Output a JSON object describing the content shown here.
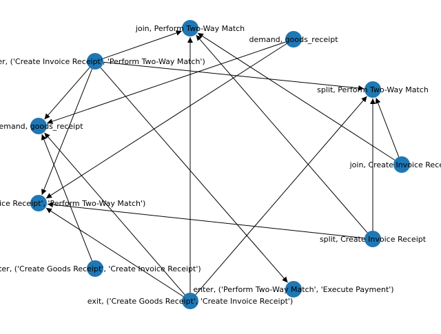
{
  "colors": {
    "node": "#1f77b4",
    "edge": "#000000",
    "label": "#000000",
    "background": "#ffffff"
  },
  "nodes": [
    {
      "id": "n0",
      "label": "join, Perform Two-Way Match"
    },
    {
      "id": "n1",
      "label": "demand, goods_receipt"
    },
    {
      "id": "n2",
      "label": "enter, ('Create Invoice Receipt', 'Perform Two-Way Match')"
    },
    {
      "id": "n3",
      "label": "split, Perform Two-Way Match"
    },
    {
      "id": "n4",
      "label": "demand, goods_receipt"
    },
    {
      "id": "n5",
      "label": "join, Create Invoice Receipt"
    },
    {
      "id": "n6",
      "label": "exit, ('Create Invoice Receipt', 'Perform Two-Way Match')"
    },
    {
      "id": "n7",
      "label": "split, Create Invoice Receipt"
    },
    {
      "id": "n8",
      "label": "enter, ('Create Goods Receipt', 'Create Invoice Receipt')"
    },
    {
      "id": "n9",
      "label": "enter, ('Perform Two-Way Match', 'Execute Payment')"
    },
    {
      "id": "n10",
      "label": "exit, ('Create Goods Receipt', 'Create Invoice Receipt')"
    }
  ],
  "edges": [
    {
      "from": "n2",
      "to": "n0"
    },
    {
      "from": "n2",
      "to": "n3"
    },
    {
      "from": "n2",
      "to": "n4"
    },
    {
      "from": "n2",
      "to": "n6"
    },
    {
      "from": "n2",
      "to": "n9"
    },
    {
      "from": "n1",
      "to": "n4"
    },
    {
      "from": "n1",
      "to": "n6"
    },
    {
      "from": "n5",
      "to": "n0"
    },
    {
      "from": "n5",
      "to": "n3"
    },
    {
      "from": "n7",
      "to": "n0"
    },
    {
      "from": "n7",
      "to": "n3"
    },
    {
      "from": "n7",
      "to": "n6"
    },
    {
      "from": "n8",
      "to": "n4"
    },
    {
      "from": "n10",
      "to": "n0"
    },
    {
      "from": "n10",
      "to": "n3"
    },
    {
      "from": "n10",
      "to": "n4"
    },
    {
      "from": "n10",
      "to": "n6"
    }
  ]
}
